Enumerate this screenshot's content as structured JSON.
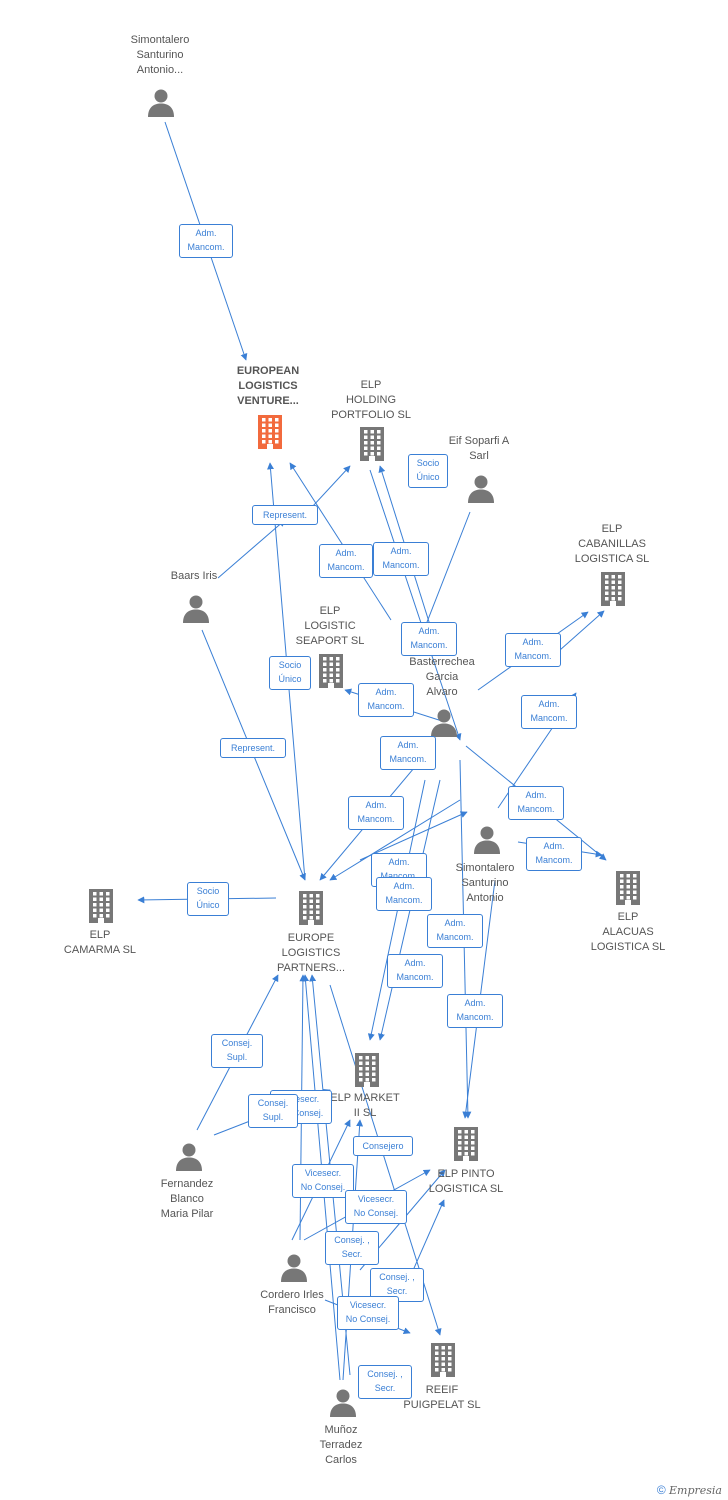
{
  "colors": {
    "edge": "#3a7fd5",
    "person": "#777777",
    "company": "#777777",
    "highlight": "#f26a3d"
  },
  "nodes": [
    {
      "id": "simontalero_top",
      "type": "person",
      "label": "Simontalero\nSanturino\nAntonio...",
      "icon": "person-icon"
    },
    {
      "id": "european_logistics",
      "type": "company-main",
      "label": "EUROPEAN\nLOGISTICS\nVENTURE...",
      "icon": "building-icon"
    },
    {
      "id": "elp_holding",
      "type": "company",
      "label": "ELP\nHOLDING\nPORTFOLIO SL",
      "icon": "building-icon"
    },
    {
      "id": "eif_soparfi",
      "type": "person",
      "label": "Eif Soparfi A\nSarl",
      "icon": "person-icon"
    },
    {
      "id": "elp_cabanillas",
      "type": "company",
      "label": "ELP\nCABANILLAS\nLOGISTICA SL",
      "icon": "building-icon"
    },
    {
      "id": "baars_iris",
      "type": "person",
      "label": "Baars Iris",
      "icon": "person-icon"
    },
    {
      "id": "elp_seaport",
      "type": "company",
      "label": "ELP\nLOGISTIC\nSEAPORT SL",
      "icon": "building-icon"
    },
    {
      "id": "basterrechea",
      "type": "person",
      "label": "Basterrechea\nGarcia\nAlvaro",
      "icon": "person-icon"
    },
    {
      "id": "simontalero_mid",
      "type": "person",
      "label": "Simontalero\nSanturino\nAntonio",
      "icon": "person-icon"
    },
    {
      "id": "elp_alacuas",
      "type": "company",
      "label": "ELP\nALACUAS\nLOGISTICA SL",
      "icon": "building-icon"
    },
    {
      "id": "elp_camarma",
      "type": "company",
      "label": "ELP\nCAMARMA SL",
      "icon": "building-icon"
    },
    {
      "id": "europe_logistics",
      "type": "company",
      "label": "EUROPE\nLOGISTICS\nPARTNERS...",
      "icon": "building-icon"
    },
    {
      "id": "elp_market",
      "type": "company",
      "label": "ELP MARKET\nII SL",
      "icon": "building-icon"
    },
    {
      "id": "elp_pinto",
      "type": "company",
      "label": "ELP PINTO\nLOGISTICA SL",
      "icon": "building-icon"
    },
    {
      "id": "fernandez",
      "type": "person",
      "label": "Fernandez\nBlanco\nMaria Pilar",
      "icon": "person-icon"
    },
    {
      "id": "cordero",
      "type": "person",
      "label": "Cordero Irles\nFrancisco",
      "icon": "person-icon"
    },
    {
      "id": "reeif",
      "type": "company",
      "label": "REEIF\nPUIGPELAT SL",
      "icon": "building-icon"
    },
    {
      "id": "munoz",
      "type": "person",
      "label": "Muñoz\nTerradez\nCarlos",
      "icon": "person-icon"
    }
  ],
  "edge_labels": [
    {
      "id": "e1",
      "text": "Adm.\nMancom."
    },
    {
      "id": "e2",
      "text": "Socio\nÚnico"
    },
    {
      "id": "e3",
      "text": "Represent."
    },
    {
      "id": "e4",
      "text": "Adm.\nMancom."
    },
    {
      "id": "e5",
      "text": "Adm.\nMancom."
    },
    {
      "id": "e6",
      "text": "Adm.\nMancom."
    },
    {
      "id": "e7",
      "text": "Adm.\nMancom."
    },
    {
      "id": "e8",
      "text": "Socio\nÚnico"
    },
    {
      "id": "e9",
      "text": "Adm.\nMancom."
    },
    {
      "id": "e10",
      "text": "Adm.\nMancom."
    },
    {
      "id": "e11",
      "text": "Represent."
    },
    {
      "id": "e12",
      "text": "Adm.\nMancom."
    },
    {
      "id": "e13",
      "text": "Adm.\nMancom."
    },
    {
      "id": "e14",
      "text": "Adm.\nMancom."
    },
    {
      "id": "e15",
      "text": "Adm.\nMancom."
    },
    {
      "id": "e16",
      "text": "Adm.\nMancom."
    },
    {
      "id": "e17",
      "text": "Socio\nÚnico"
    },
    {
      "id": "e18",
      "text": "Adm.\nMancom."
    },
    {
      "id": "e19",
      "text": "Adm.\nMancom."
    },
    {
      "id": "e20",
      "text": "Adm.\nMancom."
    },
    {
      "id": "e21",
      "text": "Adm.\nMancom."
    },
    {
      "id": "e22",
      "text": "Consej.\nSupl."
    },
    {
      "id": "e23",
      "text": "Vicesecr.\nNo Consej."
    },
    {
      "id": "e24",
      "text": "Consej.\nSupl."
    },
    {
      "id": "e25",
      "text": "Consejero"
    },
    {
      "id": "e26",
      "text": "Vicesecr.\nNo Consej."
    },
    {
      "id": "e27",
      "text": "Vicesecr.\nNo Consej."
    },
    {
      "id": "e28",
      "text": "Consej. ,\nSecr."
    },
    {
      "id": "e29",
      "text": "Consej. ,\nSecr."
    },
    {
      "id": "e30",
      "text": "Vicesecr.\nNo Consej."
    },
    {
      "id": "e31",
      "text": "Consej. ,\nSecr."
    }
  ],
  "footer": {
    "copyright": "©",
    "brand": "Empresia"
  }
}
